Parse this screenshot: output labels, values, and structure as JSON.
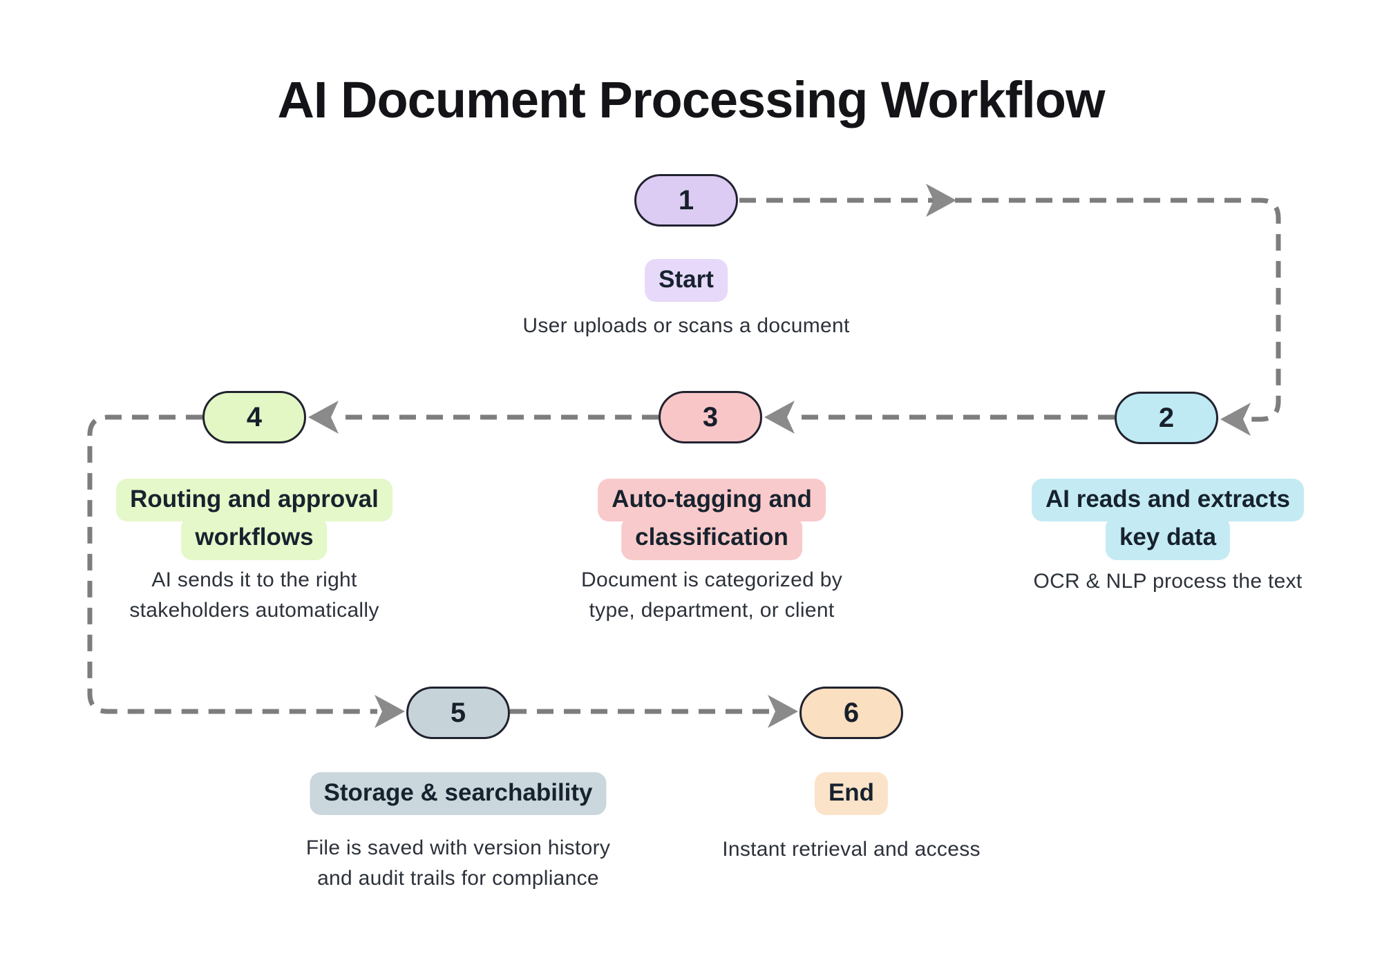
{
  "title": "AI Document Processing Workflow",
  "colors": {
    "background": "#ffffff",
    "connector": "#7d7d7d",
    "arrow": "#8a8a8a",
    "node_border": "#20222f",
    "text_dark": "#17222e",
    "description_text": "#2c313a"
  },
  "steps": [
    {
      "number": "1",
      "label_lines": [
        "Start"
      ],
      "description_lines": [
        "User uploads or scans a document"
      ],
      "node_color": "#dccbf2",
      "label_color": "#e6d9f9"
    },
    {
      "number": "2",
      "label_lines": [
        "AI reads and extracts",
        "key data"
      ],
      "description_lines": [
        "OCR & NLP process the text"
      ],
      "node_color": "#bfeaf3",
      "label_color": "#c4ebf3"
    },
    {
      "number": "3",
      "label_lines": [
        "Auto-tagging and",
        "classification"
      ],
      "description_lines": [
        "Document is categorized by",
        "type, department, or client"
      ],
      "node_color": "#f9c6c7",
      "label_color": "#f9cacb"
    },
    {
      "number": "4",
      "label_lines": [
        "Routing and approval",
        "workflows"
      ],
      "description_lines": [
        "AI sends it to the right",
        "stakeholders automatically"
      ],
      "node_color": "#e2f7c4",
      "label_color": "#e4f8c9"
    },
    {
      "number": "5",
      "label_lines": [
        "Storage & searchability"
      ],
      "description_lines": [
        "File is saved with version history",
        "and audit trails for compliance"
      ],
      "node_color": "#c6d4d9",
      "label_color": "#cad7dc"
    },
    {
      "number": "6",
      "label_lines": [
        "End"
      ],
      "description_lines": [
        "Instant retrieval and access"
      ],
      "node_color": "#fadfc0",
      "label_color": "#fbe3c9"
    }
  ]
}
